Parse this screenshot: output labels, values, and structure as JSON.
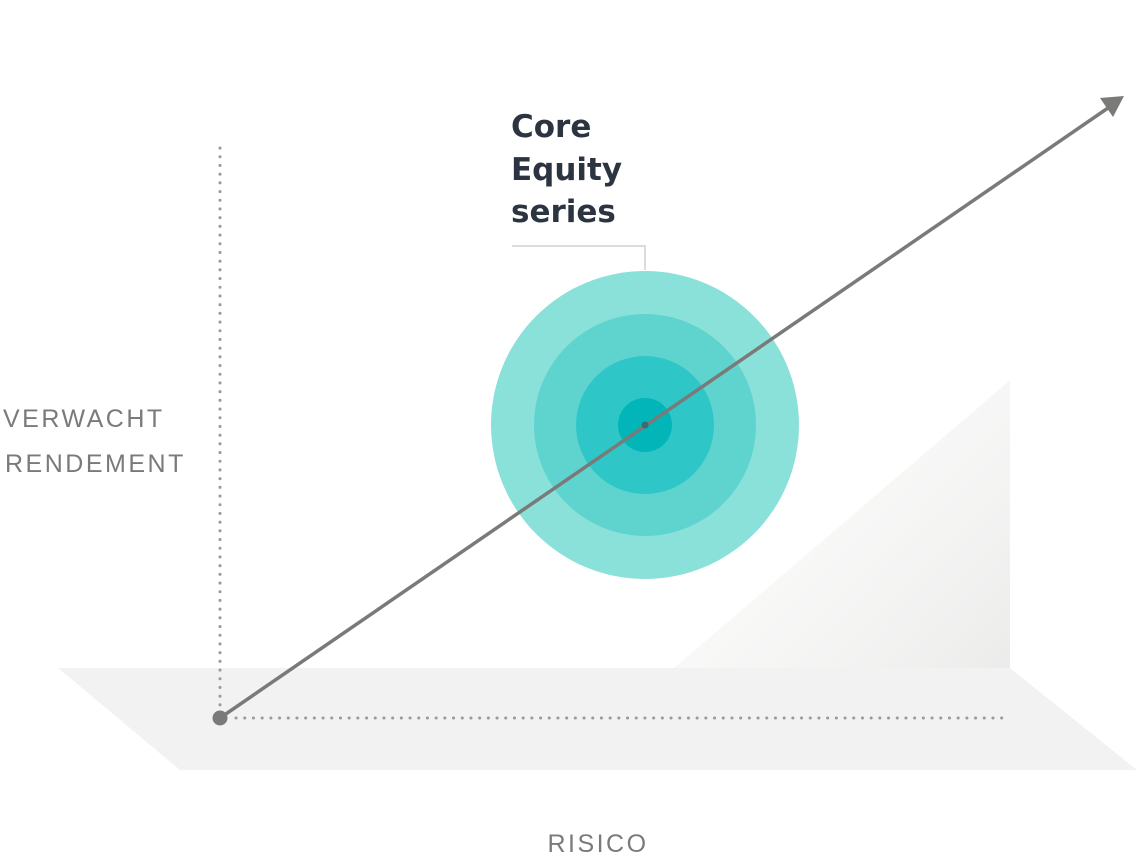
{
  "diagram": {
    "y_axis_label": [
      "VERWACHT",
      "RENDEMENT"
    ],
    "x_axis_label": "RISICO",
    "callout": {
      "lines": [
        "Core",
        "Equity",
        "series"
      ]
    },
    "colors": {
      "ring_outer": "#8ae1d9",
      "ring_2": "#5fd4cf",
      "ring_3": "#2fc6c8",
      "ring_core": "#02b5b9",
      "arrow": "#7a7a78",
      "floor": "#f2f2f2",
      "axis_dots": "#9a9a9a",
      "callout_connector": "#dcdcdc",
      "text_dark": "#2b3440",
      "text_muted": "#7a7a7a"
    }
  }
}
